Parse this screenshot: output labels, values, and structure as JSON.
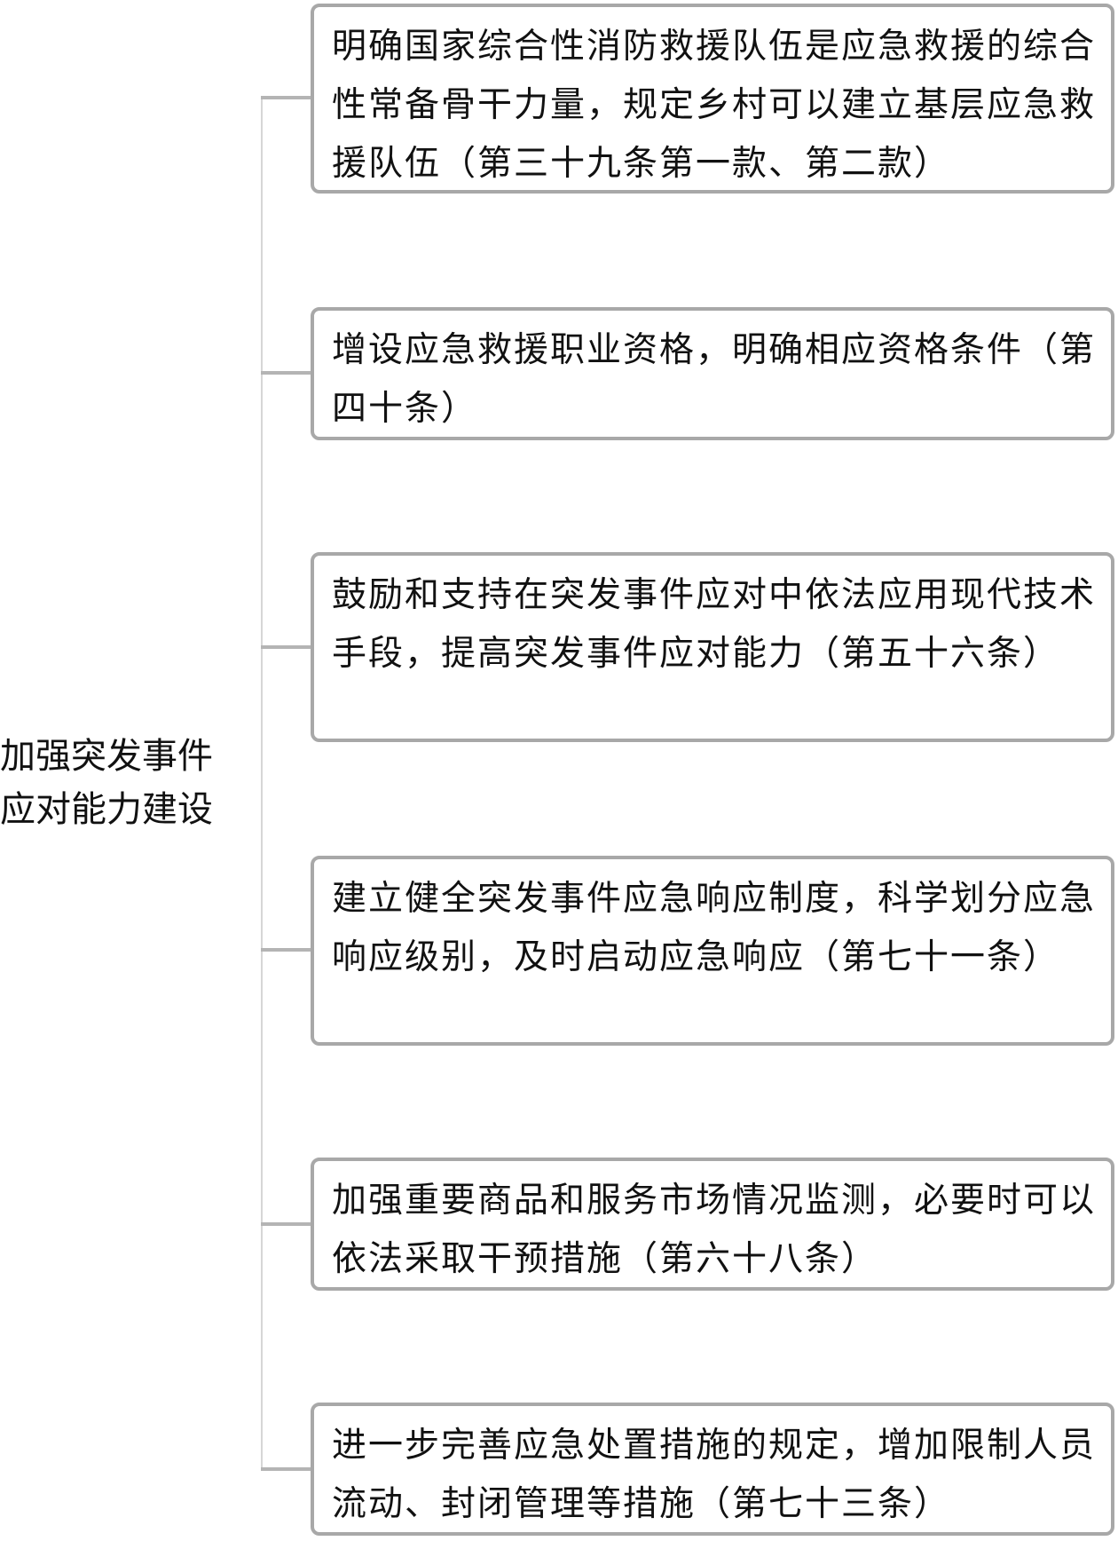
{
  "root": {
    "label": "加强突发事件应对能力建设"
  },
  "items": [
    {
      "text": "明确国家综合性消防救援队伍是应急救援的综合性常备骨干力量，规定乡村可以建立基层应急救援队伍（第三十九条第一款、第二款）"
    },
    {
      "text": "增设应急救援职业资格，明确相应资格条件（第四十条）"
    },
    {
      "text": "鼓励和支持在突发事件应对中依法应用现代技术手段，提高突发事件应对能力（第五十六条）"
    },
    {
      "text": "建立健全突发事件应急响应制度，科学划分应急响应级别，及时启动应急响应（第七十一条）"
    },
    {
      "text": "加强重要商品和服务市场情况监测，必要时可以依法采取干预措施（第六十八条）"
    },
    {
      "text": "进一步完善应急处置措施的规定，增加限制人员流动、封闭管理等措施（第七十三条）"
    }
  ]
}
